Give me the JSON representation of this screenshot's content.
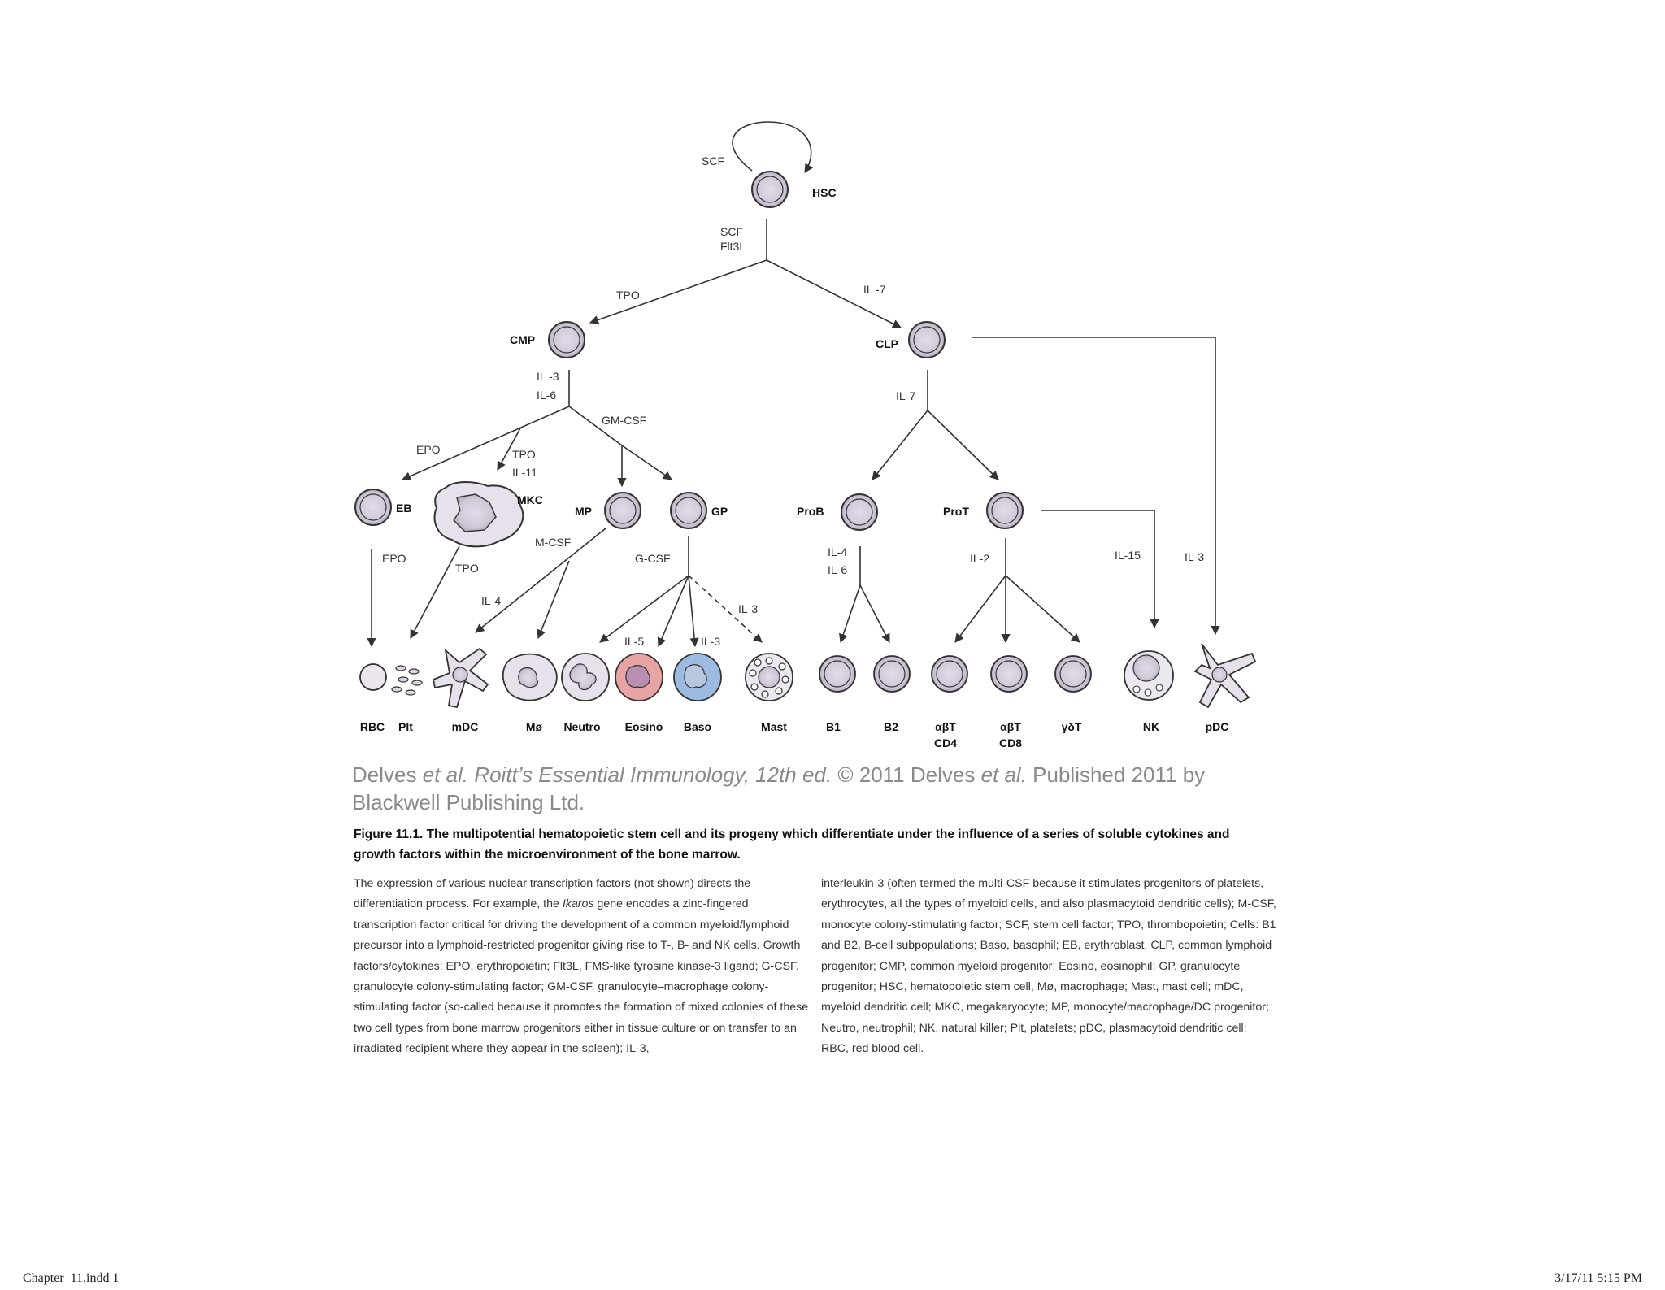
{
  "diagram": {
    "nodes": {
      "hsc": "HSC",
      "cmp": "CMP",
      "clp": "CLP",
      "eb": "EB",
      "mkc": "MKC",
      "mp": "MP",
      "gp": "GP",
      "prob": "ProB",
      "prot": "ProT"
    },
    "terminal_cells": [
      "RBC",
      "Plt",
      "mDC",
      "Mø",
      "Neutro",
      "Eosino",
      "Baso",
      "Mast",
      "B1",
      "B2",
      "αβT",
      "αβT",
      "γδT",
      "NK",
      "pDC"
    ],
    "terminal_sublabels": [
      "CD4",
      "CD8"
    ],
    "factors": {
      "scf_self": "SCF",
      "scf": "SCF",
      "flt3l": "Flt3L",
      "tpo_cmp": "TPO",
      "il7_clp": "IL -7",
      "il3_cmp": "IL -3",
      "il6_cmp": "IL-6",
      "gmcsf": "GM-CSF",
      "il7": "IL-7",
      "epo_eb": "EPO",
      "tpo_mkc": "TPO",
      "il11": "IL-11",
      "epo_rbc": "EPO",
      "tpo_plt": "TPO",
      "mcsf": "M-CSF",
      "gcsf": "G-CSF",
      "il4_mdc": "IL-4",
      "il3_mast": "IL-3",
      "il5": "IL-5",
      "il3_baso": "IL-3",
      "il4_b": "IL-4",
      "il6_b": "IL-6",
      "il2": "IL-2",
      "il15": "IL-15",
      "il3_pdc": "IL-3"
    },
    "colors": {
      "cell_fill": "#d6cfdc",
      "eosino_fill": "#e8a3a3",
      "baso_fill": "#9dbbe0",
      "line": "#333333"
    }
  },
  "credit": {
    "authors_1": "Delves ",
    "etal_1": "et al.",
    "book": " Roitt’s Essential Immunology, 12th ed.",
    "copyright": " © 2011 Delves ",
    "etal_2": "et al.",
    "published": " Published 2011 by Blackwell Publishing Ltd."
  },
  "caption": "Figure 11.1.  The multipotential hematopoietic stem cell and its progeny which differentiate under the influence of a series of soluble cytokines and growth factors within the microenvironment of the bone marrow.",
  "body_left": {
    "part1": "The expression of various nuclear transcription factors (not shown) directs the differentiation process. For example, the ",
    "ikaros": "Ikaros",
    "part2": " gene encodes a zinc-fingered transcription factor critical for driving the development of a common myeloid/lymphoid precursor into a lymphoid-restricted progenitor giving rise to T-, B- and NK cells. Growth factors/cytokines: EPO, erythropoietin; Flt3L, FMS-like tyrosine kinase-3 ligand; G-CSF, granulocyte colony-stimulating factor; GM-CSF, granulocyte–macrophage colony-stimulating factor (so-called because it promotes the formation of mixed colonies of these two cell types from bone marrow progenitors either in tissue culture or on transfer to an irradiated recipient where they appear in the spleen); IL-3,"
  },
  "body_right": "interleukin-3 (often termed the multi-CSF because it stimulates progenitors of platelets, erythrocytes, all the types of myeloid cells, and also plasmacytoid dendritic cells); M-CSF, monocyte colony-stimulating factor; SCF, stem cell factor; TPO, thrombopoietin; Cells: B1 and B2, B-cell subpopulations; Baso, basophil; EB, erythroblast, CLP, common lymphoid progenitor; CMP, common myeloid progenitor; Eosino, eosinophil; GP, granulocyte progenitor; HSC, hematopoietic stem cell, Mø, macrophage; Mast, mast cell; mDC, myeloid dendritic cell; MKC, megakaryocyte; MP, monocyte/macrophage/DC progenitor; Neutro, neutrophil; NK, natural killer; Plt, platelets; pDC, plasmacytoid dendritic cell; RBC, red blood cell.",
  "footer": {
    "left": "Chapter_11.indd   1",
    "right": "3/17/11   5:15 PM"
  }
}
